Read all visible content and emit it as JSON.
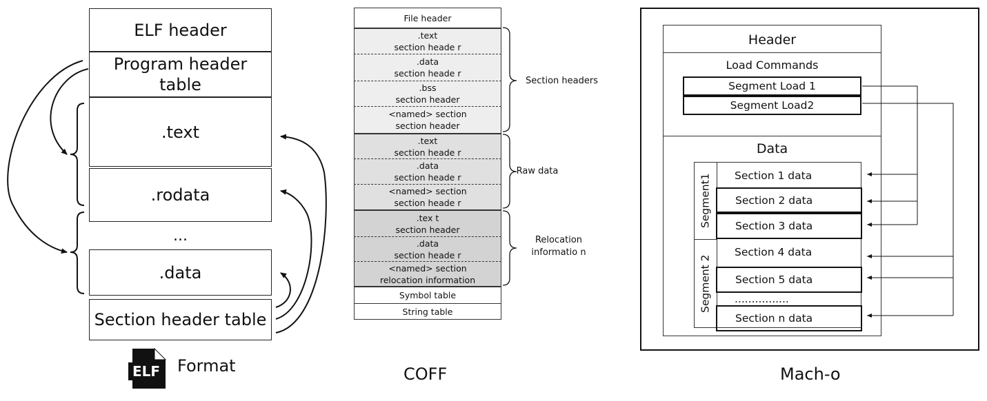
{
  "elf": {
    "boxes": {
      "elf_header": "ELF header",
      "program_header_table": "Program header table",
      "text": ".text",
      "rodata": ".rodata",
      "ellipsis": "...",
      "data": ".data",
      "section_header_table": "Section header table"
    },
    "logo": "ELF",
    "caption": "Format"
  },
  "coff": {
    "file_header": "File header",
    "groups": {
      "section_headers": {
        "label": "Section headers",
        "rows": [
          {
            "l1": ".text",
            "l2": "section heade r"
          },
          {
            "l1": ".data",
            "l2": "section heade r"
          },
          {
            "l1": ".bss",
            "l2": "section header"
          },
          {
            "l1": "<named> section",
            "l2": "section header"
          }
        ]
      },
      "raw_data": {
        "label": "Raw data",
        "rows": [
          {
            "l1": ".text",
            "l2": "section heade r"
          },
          {
            "l1": ".data",
            "l2": "section heade r"
          },
          {
            "l1": "<named> section",
            "l2": "section heade r"
          }
        ]
      },
      "relocation": {
        "label_line1": "Relocation",
        "label_line2": "informatio n",
        "rows": [
          {
            "l1": ".tex t",
            "l2": "section header"
          },
          {
            "l1": ".data",
            "l2": "section heade r"
          },
          {
            "l1": "<named> section",
            "l2": "relocation information"
          }
        ]
      }
    },
    "symbol_table": "Symbol table",
    "string_table": "String table",
    "caption": "COFF"
  },
  "macho": {
    "header": "Header",
    "load_commands": "Load Commands",
    "segment_load_1": "Segment Load 1",
    "segment_load_2": "Segment Load2",
    "data": "Data",
    "segment1_label": "Segment1",
    "segment2_label": "Segment 2",
    "sections": [
      "Section 1 data",
      "Section 2 data",
      "Section 3 data",
      "Section 4 data",
      "Section 5 data",
      "................",
      "Section n data"
    ],
    "caption": "Mach-o"
  }
}
